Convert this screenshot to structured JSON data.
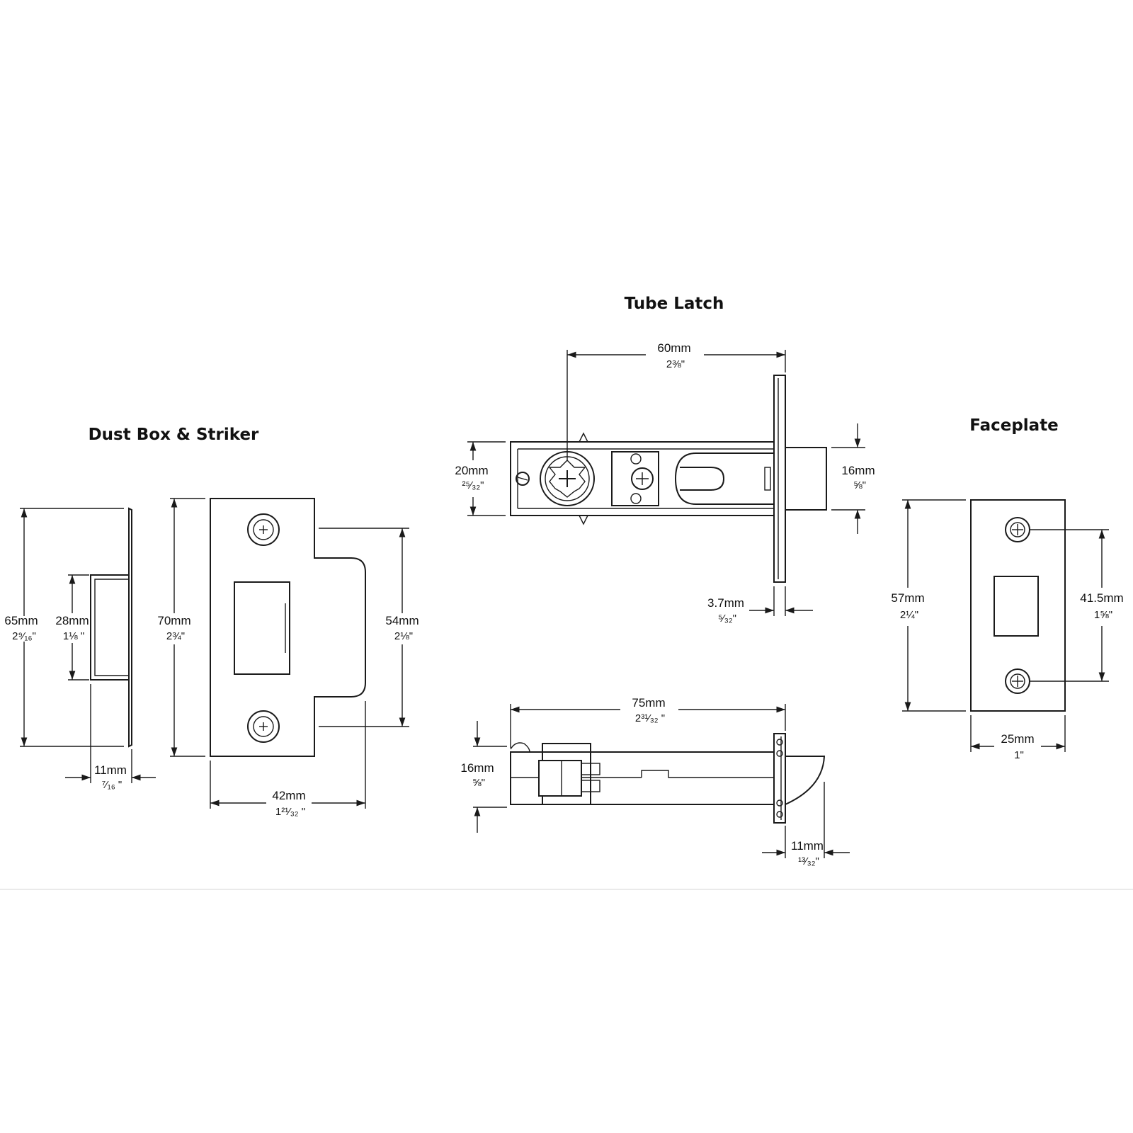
{
  "titles": {
    "dust_box": "Dust Box & Striker",
    "tube_latch": "Tube Latch",
    "faceplate": "Faceplate"
  },
  "dims": {
    "dust_height_mm": "65mm",
    "dust_height_in": "2⁹⁄₁₆\"",
    "dust_box_mm": "28mm",
    "dust_box_in": "1⅛ \"",
    "dust_depth_mm": "11mm",
    "dust_depth_in": "⁷⁄₁₆ \"",
    "striker_height_mm": "70mm",
    "striker_height_in": "2¾\"",
    "striker_lip_mm": "54mm",
    "striker_lip_in": "2⅛\"",
    "striker_width_mm": "42mm",
    "striker_width_in": "1²¹⁄₃₂ \"",
    "backset_mm": "60mm",
    "backset_in": "2⅜\"",
    "tube_dia_mm": "20mm",
    "tube_dia_in": "²⁵⁄₃₂\"",
    "bolt_mm": "16mm",
    "bolt_in": "⅝\"",
    "plate_thick_mm": "3.7mm",
    "plate_thick_in": "⁵⁄₃₂\"",
    "length_mm": "75mm",
    "length_in": "2³¹⁄₃₂ \"",
    "side_dia_mm": "16mm",
    "side_dia_in": "⅝\"",
    "throw_mm": "11mm",
    "throw_in": "¹³⁄₃₂\"",
    "face_height_mm": "57mm",
    "face_height_in": "2¼\"",
    "face_screw_mm": "41.5mm",
    "face_screw_in": "1⅝\"",
    "face_width_mm": "25mm",
    "face_width_in": "1\""
  }
}
